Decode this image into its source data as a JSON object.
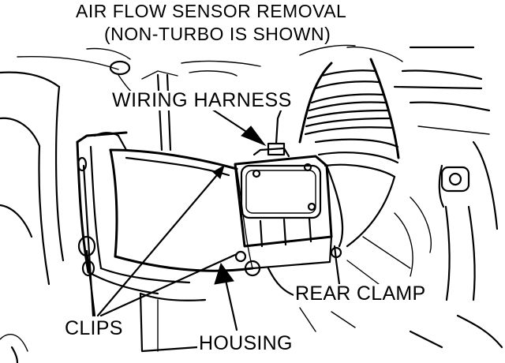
{
  "title": {
    "line1": "AIR FLOW SENSOR REMOVAL",
    "line2": "(NON-TURBO IS SHOWN)"
  },
  "callouts": {
    "wiring_harness": "WIRING HARNESS",
    "rear_clamp": "REAR CLAMP",
    "clips": "CLIPS",
    "housing": "HOUSING"
  }
}
